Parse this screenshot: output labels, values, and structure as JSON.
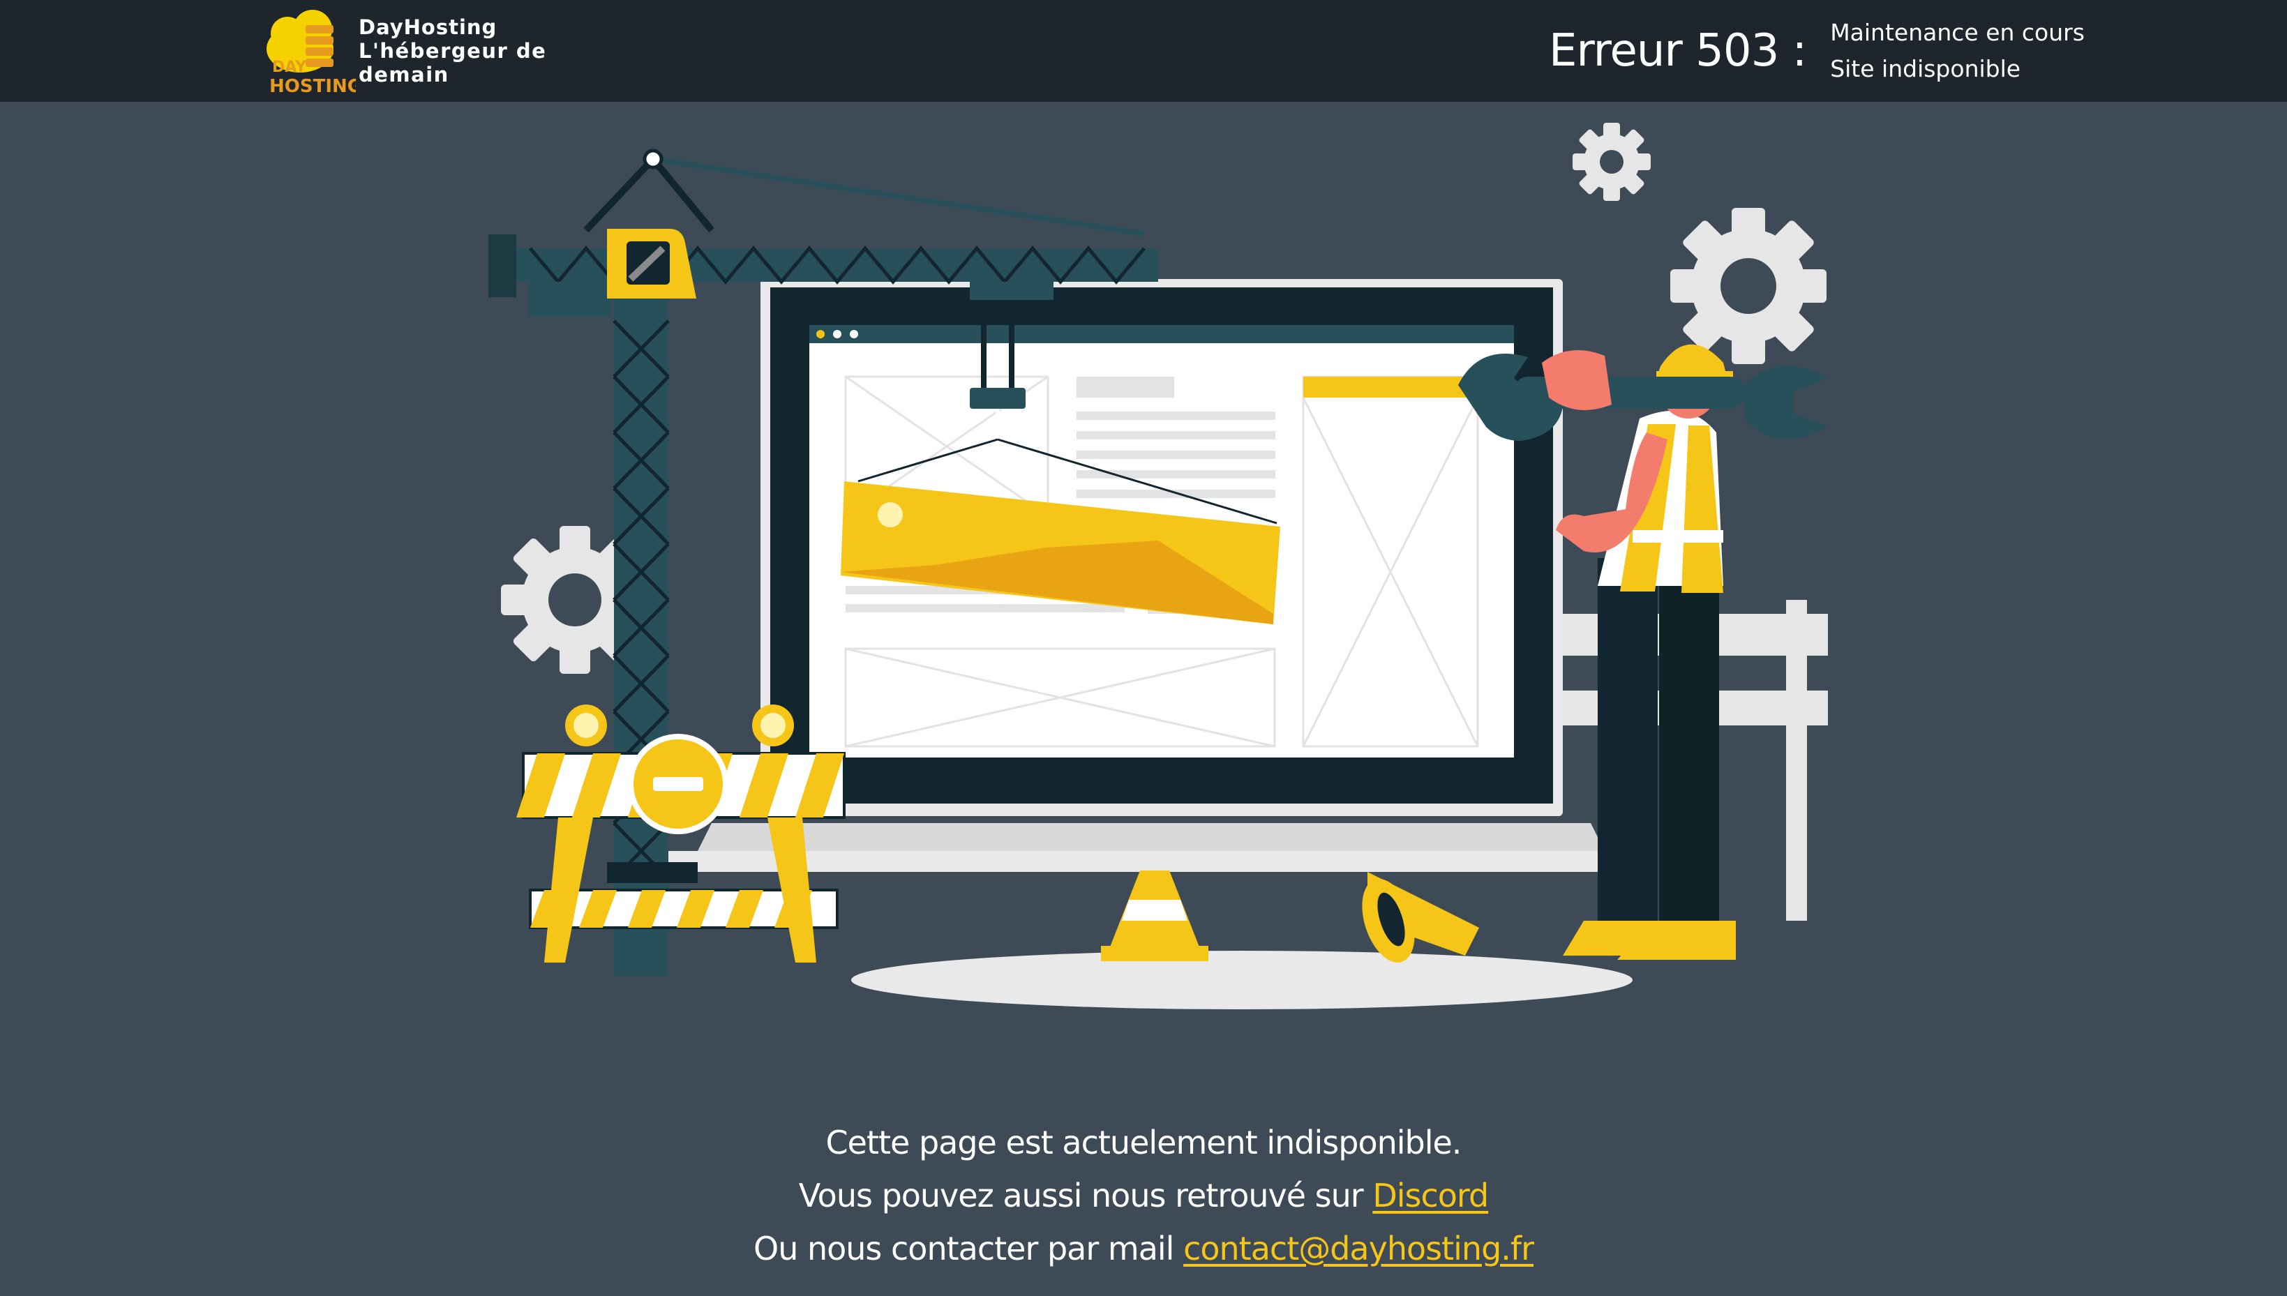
{
  "brand": {
    "name": "DayHosting",
    "tagline": "L'hébergeur de demain",
    "logo_text_top": "DAY",
    "logo_text_bottom": "HOSTING"
  },
  "header": {
    "error_code": "Erreur 503 :",
    "status_line1": "Maintenance en cours",
    "status_line2": "Site indisponible"
  },
  "message": {
    "line1": "Cette page est actuelement indisponible.",
    "line2_prefix": "Vous pouvez aussi nous retrouvé sur ",
    "discord_link": "Discord",
    "line3_prefix": "Ou nous contacter par mail ",
    "email_link": "contact@dayhosting.fr"
  },
  "colors": {
    "background": "#3f4a57",
    "topbar": "#1e252d",
    "accent_yellow": "#f5c518",
    "crane_teal": "#27505a"
  },
  "illustration": "under-construction-illustration"
}
